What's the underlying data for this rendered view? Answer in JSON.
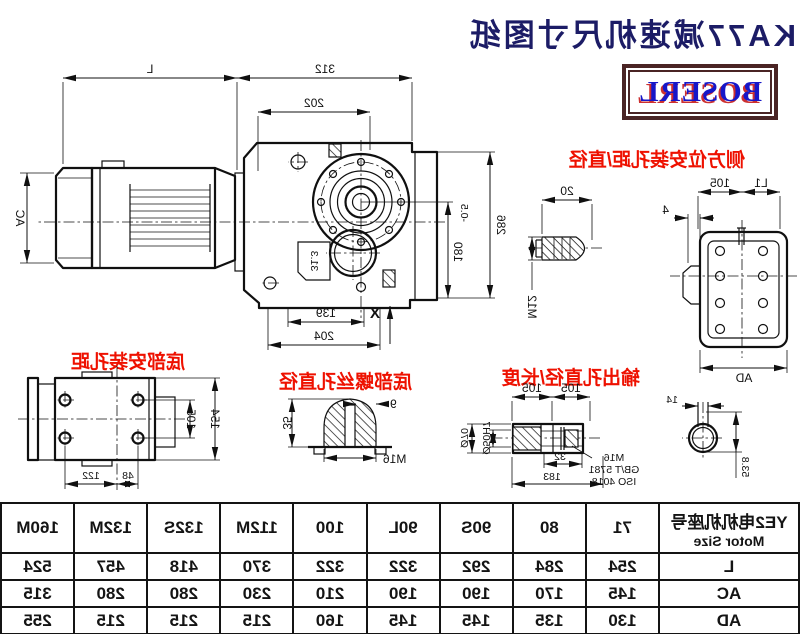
{
  "title": {
    "text": "KA77减速机尺寸图纸"
  },
  "logo": {
    "text": "BOSERL"
  },
  "colors": {
    "red": "#ee1100",
    "blue": "#1616c8",
    "line": "#101010",
    "logo_border": "#4a2424",
    "title": "#1c1c66"
  },
  "annotations": {
    "side_holes": "侧方位安装孔距/直径",
    "bottom_holes": "底部安装孔距",
    "bottom_screw": "底部螺丝孔直径",
    "output_hole": "输出孔直径/长度"
  },
  "main_view": {
    "motor_length": "L",
    "overall_312": "312",
    "d202": "202",
    "motor_dia": "AC",
    "height_286": "286",
    "axis_height": "180",
    "axis_tol": "-0.5",
    "d139": "139",
    "d204": "204",
    "mount_axis": "X",
    "nameplate": "31.3"
  },
  "side_plug_view": {
    "d20": "20",
    "thread": "M12"
  },
  "flange_view": {
    "d105": "105",
    "l1": "L1",
    "d4": "4",
    "ad": "AD"
  },
  "foot_view": {
    "d105": "105",
    "d154": "154",
    "d48": "48",
    "d122": "122"
  },
  "screw_view": {
    "d9": "9",
    "d35": "35",
    "thread": "M16"
  },
  "output_view": {
    "d105a": "105",
    "d105b": "105",
    "dia_outer": "Ø70",
    "dia_bore": "Ø50H7",
    "d32": "32",
    "d183": "183",
    "thread": "M16",
    "std1": "GB/T 5781",
    "std2": "ISO 4018",
    "key_w": "14",
    "key_d": "53.8"
  },
  "table": {
    "header_line1": "YE2电机机座号",
    "header_line2": "Motor Size",
    "columns": [
      "71",
      "80",
      "90S",
      "90L",
      "100",
      "112M",
      "132S",
      "132M",
      "160M"
    ],
    "rows": [
      {
        "label": "L",
        "values": [
          "254",
          "284",
          "292",
          "322",
          "322",
          "370",
          "418",
          "457",
          "524"
        ]
      },
      {
        "label": "AC",
        "values": [
          "145",
          "170",
          "190",
          "190",
          "210",
          "230",
          "280",
          "280",
          "315"
        ]
      },
      {
        "label": "AD",
        "values": [
          "130",
          "135",
          "145",
          "145",
          "160",
          "215",
          "215",
          "215",
          "255"
        ]
      }
    ]
  }
}
